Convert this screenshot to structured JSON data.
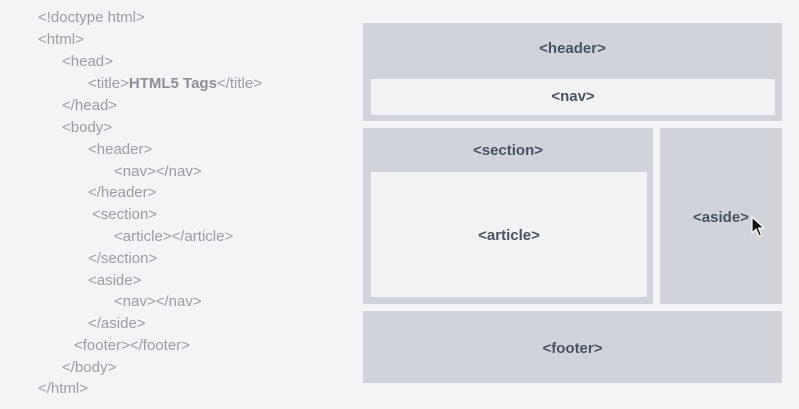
{
  "code": {
    "lines": [
      "<!doctype html>",
      "<html>",
      "<head>",
      "<title>",
      "HTML5 Tags",
      "</title>",
      "</head>",
      "<body>",
      "<header>",
      "<nav></nav>",
      "</header>",
      "<section>",
      "<article></article>",
      "</section>",
      "<aside>",
      "<nav></nav>",
      "</aside>",
      "<footer></footer>",
      "</body>",
      "</html>"
    ]
  },
  "diagram": {
    "header_label": "<header>",
    "nav_label": "<nav>",
    "section_label": "<section>",
    "article_label": "<article>",
    "aside_label": "<aside>",
    "footer_label": "<footer>"
  },
  "colors": {
    "background": "#f3f4f6",
    "box": "#d0d4da",
    "inner_box": "#f1f2f4",
    "label": "#4a5260",
    "code_text": "#9a9ea4"
  },
  "icons": {
    "cursor": "mouse-pointer-icon"
  }
}
